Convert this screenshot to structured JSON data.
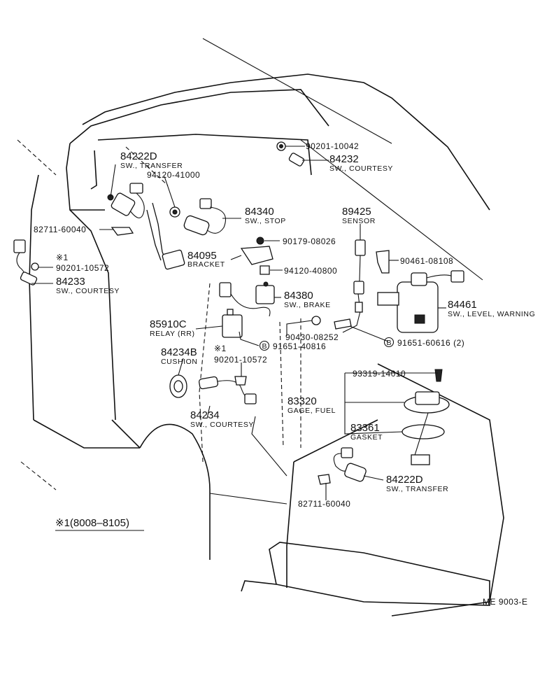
{
  "parts": [
    {
      "key": "p84222D_top",
      "number": "84222D",
      "desc": "SW., TRANSFER"
    },
    {
      "key": "p94120_41000",
      "number": "94120-41000",
      "desc": ""
    },
    {
      "key": "p90201_10042",
      "number": "90201-10042",
      "desc": ""
    },
    {
      "key": "p84232",
      "number": "84232",
      "desc": "SW., COURTESY"
    },
    {
      "key": "p84340",
      "number": "84340",
      "desc": "SW., STOP"
    },
    {
      "key": "p89425",
      "number": "89425",
      "desc": "SENSOR"
    },
    {
      "key": "p82711_top",
      "number": "82711-60040",
      "desc": ""
    },
    {
      "key": "p90179",
      "number": "90179-08026",
      "desc": ""
    },
    {
      "key": "p90461",
      "number": "90461-08108",
      "desc": ""
    },
    {
      "key": "p84095",
      "number": "84095",
      "desc": "BRACKET"
    },
    {
      "key": "p94120_40800",
      "number": "94120-40800",
      "desc": ""
    },
    {
      "key": "p90201_10572_left",
      "number": "90201-10572",
      "desc": "",
      "mark": "※1"
    },
    {
      "key": "p84233",
      "number": "84233",
      "desc": "SW., COURTESY"
    },
    {
      "key": "p84380",
      "number": "84380",
      "desc": "SW., BRAKE"
    },
    {
      "key": "p84461",
      "number": "84461",
      "desc": "SW., LEVEL, WARNING"
    },
    {
      "key": "p85910C",
      "number": "85910C",
      "desc": "RELAY (RR)"
    },
    {
      "key": "p90430",
      "number": "90430-08252",
      "desc": ""
    },
    {
      "key": "p91651_40816",
      "number": "91651-40816",
      "desc": "",
      "mark": "B"
    },
    {
      "key": "p91651_60616",
      "number": "91651-60616 (2)",
      "desc": "",
      "mark": "B"
    },
    {
      "key": "p84234B",
      "number": "84234B",
      "desc": "CUSHION"
    },
    {
      "key": "p90201_10572_mid",
      "number": "90201-10572",
      "desc": "",
      "mark": "※1"
    },
    {
      "key": "p93319",
      "number": "93319-14010",
      "desc": ""
    },
    {
      "key": "p83320",
      "number": "83320",
      "desc": "GAGE, FUEL"
    },
    {
      "key": "p84234",
      "number": "84234",
      "desc": "SW., COURTESY"
    },
    {
      "key": "p83361",
      "number": "83361",
      "desc": "GASKET"
    },
    {
      "key": "p84222D_bot",
      "number": "84222D",
      "desc": "SW., TRANSFER"
    },
    {
      "key": "p82711_bot",
      "number": "82711-60040",
      "desc": ""
    }
  ],
  "footnote": "※1(8008–8105)",
  "drawing_code": "ME  9003-E"
}
